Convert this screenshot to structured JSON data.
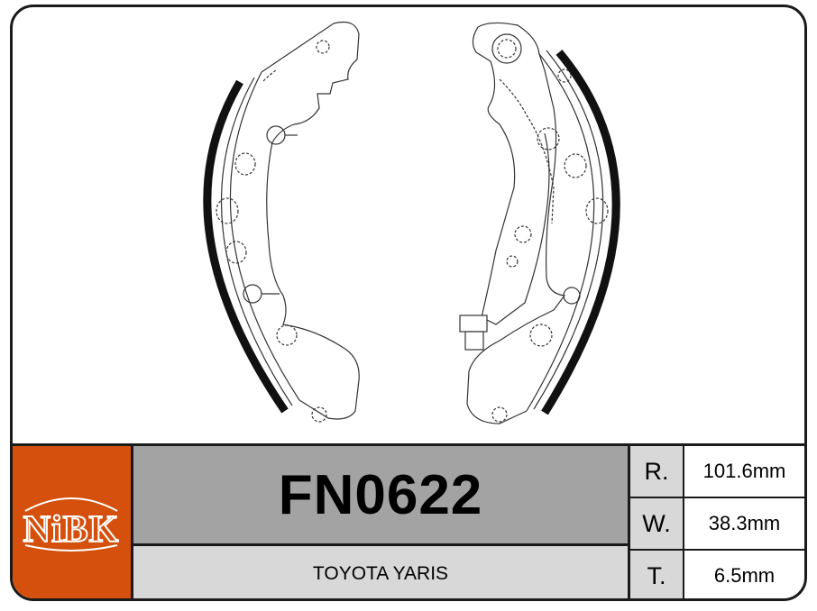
{
  "product": {
    "part_number": "FN0622",
    "vehicle": "TOYOTA YARIS",
    "brand": "NiBK"
  },
  "specs": [
    {
      "label": "R.",
      "value": "101.6mm"
    },
    {
      "label": "W.",
      "value": "38.3mm"
    },
    {
      "label": "T.",
      "value": "6.5mm"
    }
  ],
  "colors": {
    "logo_background": "#d4500c",
    "code_background": "#a3a3a3",
    "light_cell": "#d8d8d8",
    "line": "#1a1a1a"
  },
  "icons": {
    "left_shoe": "brake-shoe-left-icon",
    "right_shoe": "brake-shoe-right-icon",
    "logo": "nibk-logo"
  }
}
